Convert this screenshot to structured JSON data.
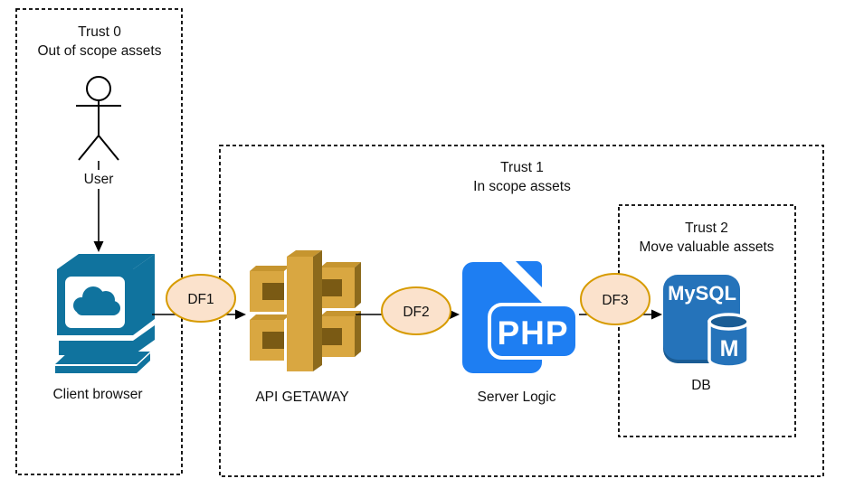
{
  "diagram": {
    "trust_zones": [
      {
        "name": "Trust 0",
        "description": "Out of scope assets"
      },
      {
        "name": "Trust 1",
        "description": "In scope assets"
      },
      {
        "name": "Trust 2",
        "description": "Move valuable assets"
      }
    ],
    "nodes": [
      {
        "id": "user",
        "label": "User",
        "icon": "stick-figure-icon"
      },
      {
        "id": "client-browser",
        "label": "Client browser",
        "icon": "computer-cloud-icon"
      },
      {
        "id": "api-gateway",
        "label": "API GETAWAY",
        "icon": "aws-api-gateway-icon"
      },
      {
        "id": "server-logic",
        "label": "Server Logic",
        "icon": "php-file-icon"
      },
      {
        "id": "db",
        "label": "DB",
        "icon": "mysql-database-icon"
      }
    ],
    "flows": [
      {
        "label": "DF1",
        "from": "client-browser",
        "to": "api-gateway"
      },
      {
        "label": "DF2",
        "from": "api-gateway",
        "to": "server-logic"
      },
      {
        "label": "DF3",
        "from": "server-logic",
        "to": "db"
      }
    ],
    "edges": [
      {
        "from": "user",
        "to": "client-browser"
      }
    ],
    "icon_text": {
      "php_badge": "PHP",
      "mysql_wordmark": "MySQL",
      "mysql_m": "M"
    },
    "colors": {
      "node_blue": "#10739E",
      "gateway_gold": "#D9A741",
      "php_blue": "#1E7EF2",
      "mysql_blue": "#2573BA",
      "mysql_dark": "#1A5C94",
      "flow_ellipse_fill": "#FBE2CC",
      "flow_ellipse_stroke": "#D79B00",
      "line_color": "#000000"
    }
  }
}
